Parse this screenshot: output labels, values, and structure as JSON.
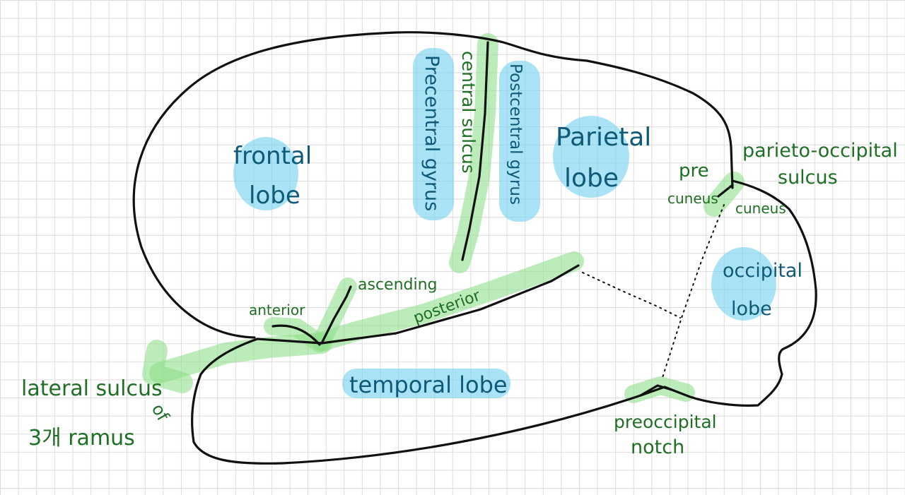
{
  "labels": {
    "frontal_1": "frontal",
    "frontal_2": "lobe",
    "precentral": "Precentral gyrus",
    "central": "central sulcus",
    "postcentral": "Postcentral gyrus",
    "parietal_1": "Parietal",
    "parietal_2": "lobe",
    "parieto_1": "parieto-occipital",
    "parieto_2": "sulcus",
    "precuneus_1": "pre",
    "precuneus_2": "cuneus",
    "cuneus": "cuneus",
    "occipital_1": "occipital",
    "occipital_2": "lobe",
    "ascending": "ascending",
    "anterior": "anterior",
    "posterior": "posterior",
    "temporal": "temporal lobe",
    "lateral_1": "lateral sulcus",
    "lateral_of": "of",
    "lateral_2": "3개 ramus",
    "preoccipital_1": "preoccipital",
    "preoccipital_2": "notch"
  },
  "colors": {
    "highlight_blue": "#6fd0ee",
    "highlight_green": "#8fe08a",
    "text_dark": "#0e5a78",
    "text_green": "#1f6f24",
    "outline": "#111111",
    "grid": "#dcdcdc"
  }
}
